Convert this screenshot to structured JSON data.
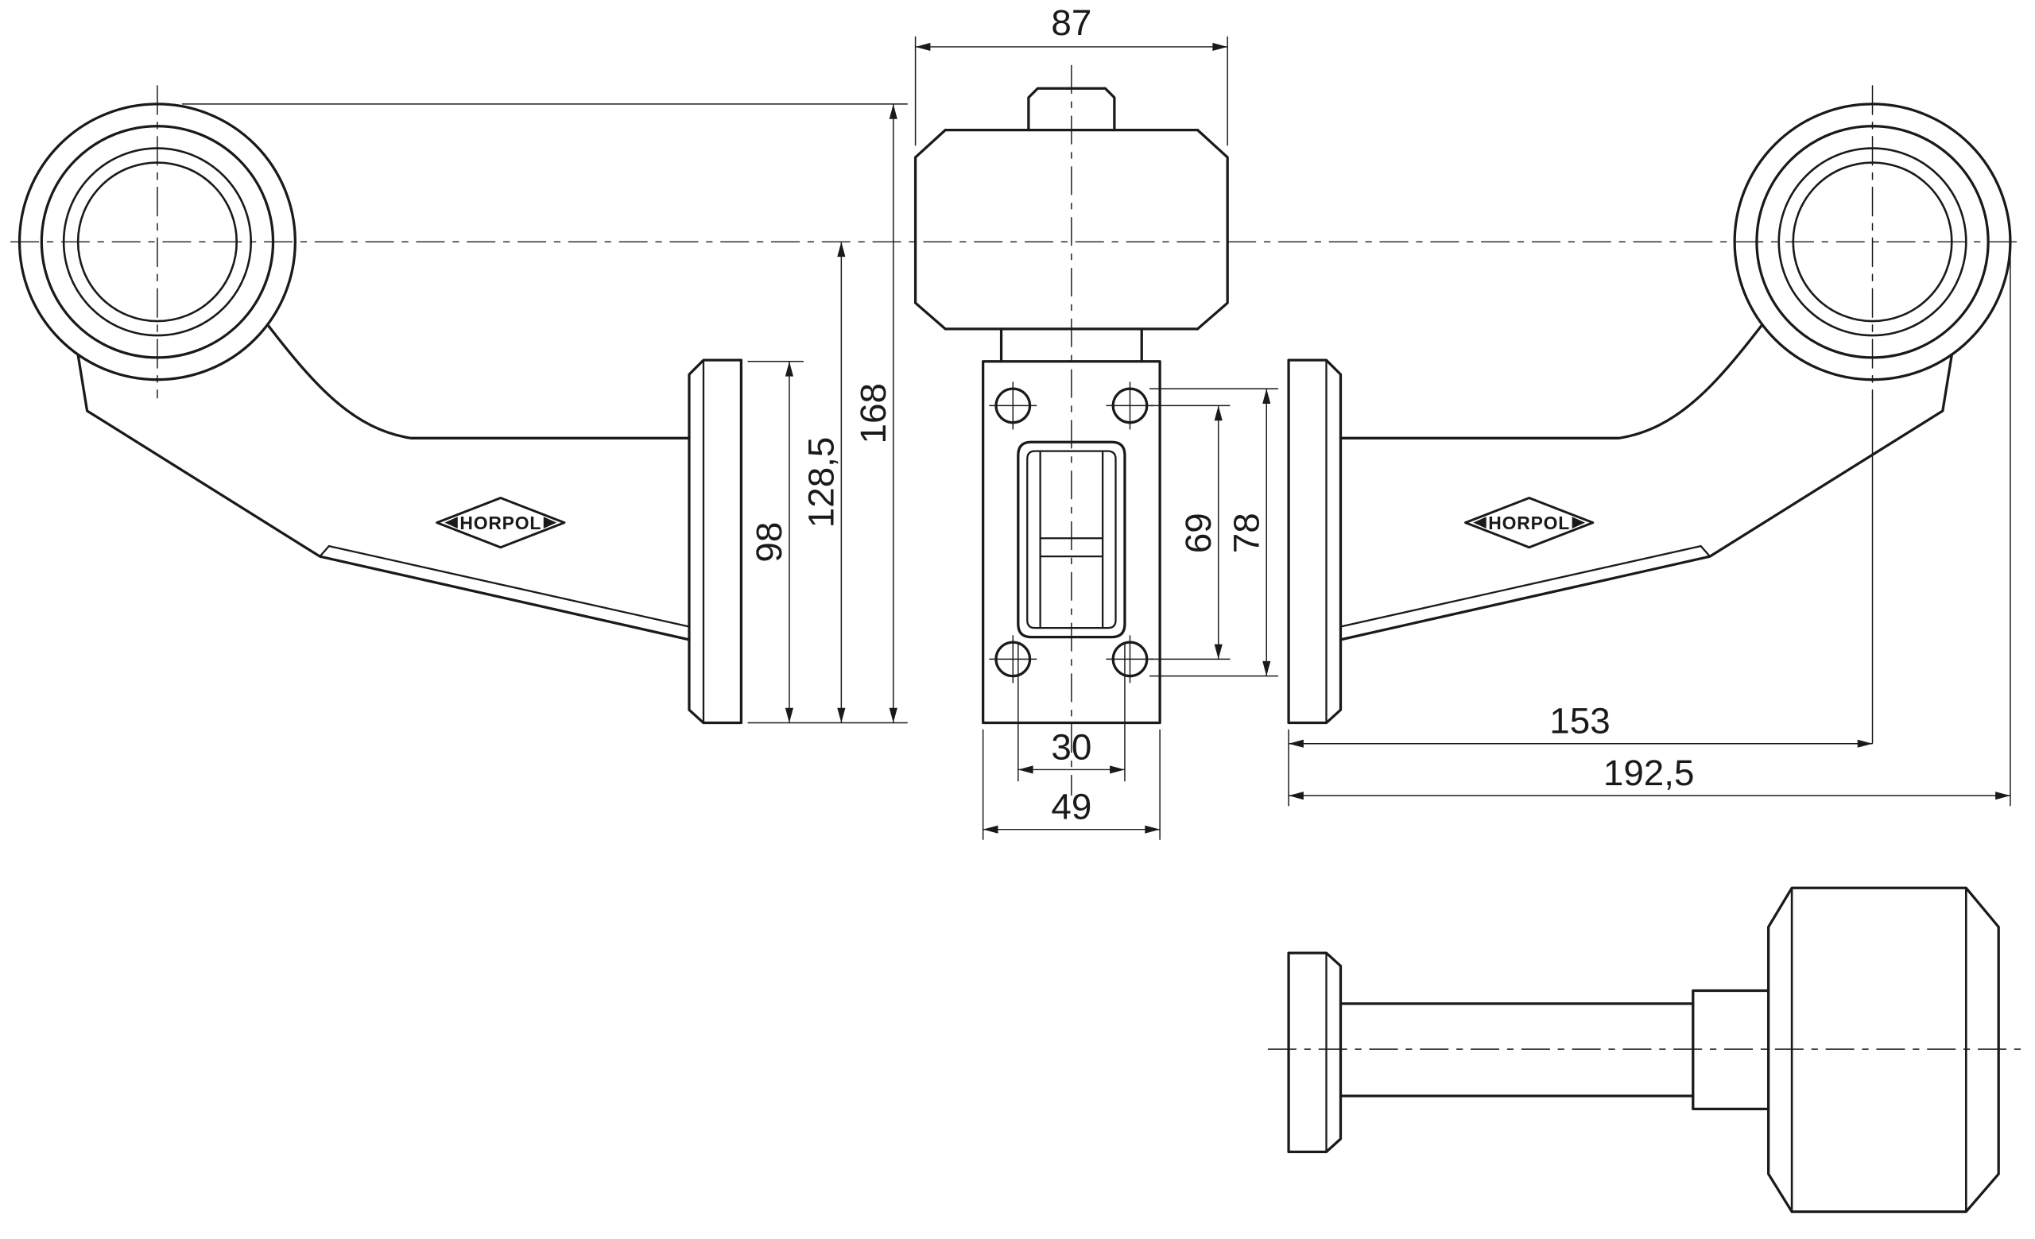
{
  "drawing": {
    "brand": "HORPOL",
    "line_color": "#1a1a1a",
    "background": "#ffffff",
    "dimensions": {
      "d87": "87",
      "d98": "98",
      "d128_5": "128,5",
      "d168": "168",
      "d69": "69",
      "d78": "78",
      "d30": "30",
      "d49": "49",
      "d153": "153",
      "d192_5": "192,5"
    }
  }
}
